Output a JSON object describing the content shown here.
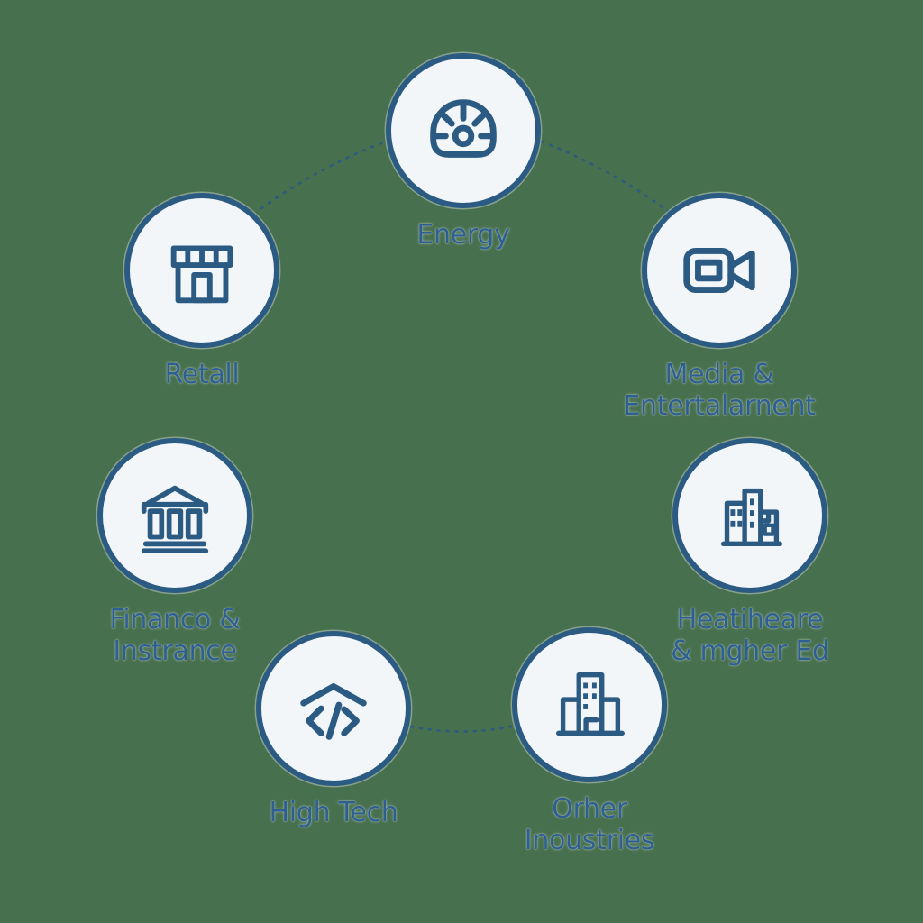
{
  "diagram": {
    "background_color": "#47704E",
    "node_fill_color": "#F3F6F9",
    "outline_color": "#2B5A82",
    "label_color": "#2D5F93",
    "connector_style": "dotted",
    "nodes": [
      {
        "id": "energy",
        "icon": "gauge-icon",
        "label_lines": [
          "Energy"
        ]
      },
      {
        "id": "media-entertainment",
        "icon": "video-camera-icon",
        "label_lines": [
          "Media &",
          "Entertalarnent"
        ]
      },
      {
        "id": "healthcare-higher-ed",
        "icon": "city-buildings-icon",
        "label_lines": [
          "Heatiheare",
          "& mgher Ed"
        ]
      },
      {
        "id": "other-industries",
        "icon": "office-building-icon",
        "label_lines": [
          "Orher",
          "Inoustries"
        ]
      },
      {
        "id": "high-tech",
        "icon": "code-icon",
        "label_lines": [
          "High Tech"
        ]
      },
      {
        "id": "finance-insurance",
        "icon": "bank-icon",
        "label_lines": [
          "Financo &",
          "Instrance"
        ]
      },
      {
        "id": "retail",
        "icon": "storefront-icon",
        "label_lines": [
          "Retall"
        ]
      }
    ],
    "connections": [
      "retail to energy",
      "energy to media-entertainment",
      "high-tech to other-industries"
    ]
  }
}
